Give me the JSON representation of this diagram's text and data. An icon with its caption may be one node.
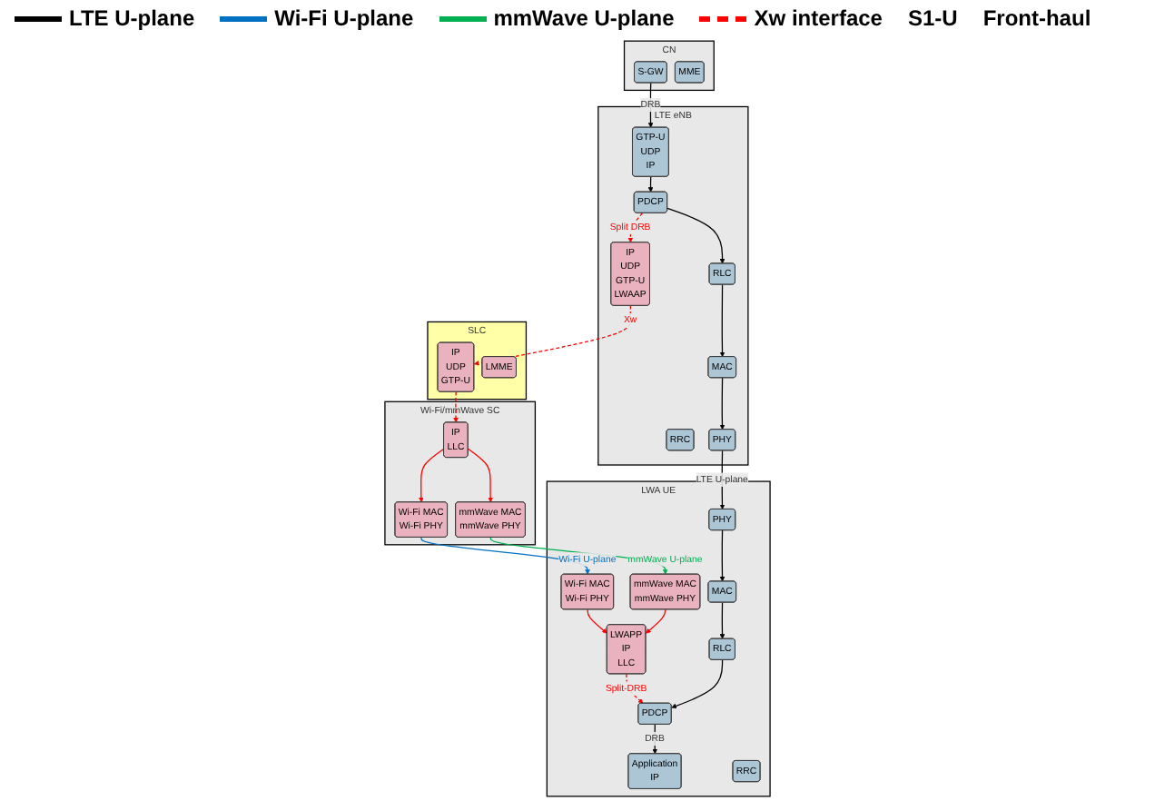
{
  "diagram": {
    "nodes": [
      {
        "text": [
          "CN"
        ]
      },
      {
        "text": [
          "S-GW"
        ],
        "in": 0
      },
      {
        "text": [
          "MME"
        ],
        "in": 0
      },
      {
        "text": [
          "LTE eNB"
        ]
      },
      {
        "text": [
          "GTP-U",
          "UDP",
          "IP"
        ],
        "in": 3
      },
      {
        "text": [
          "RRC"
        ],
        "in": 3
      },
      {
        "text": [
          "PDCP"
        ],
        "in": 3
      },
      {
        "text": [
          "RLC"
        ],
        "in": 3
      },
      {
        "text": [
          "MAC"
        ],
        "in": 3
      },
      {
        "text": [
          "PHY"
        ],
        "in": 3
      },
      {
        "text": [
          "IP",
          "UDP",
          "GTP-U",
          "LWAAP"
        ],
        "in": 3
      },
      {
        "text": [
          "SLC"
        ]
      },
      {
        "text": [
          "IP",
          "UDP",
          "GTP-U"
        ],
        "in": 11
      },
      {
        "text": [
          "LMME"
        ],
        "in": 11
      },
      {
        "text": [
          "Wi-Fi/mmWave  SC"
        ]
      },
      {
        "text": [
          "IP",
          "LLC"
        ],
        "in": 14
      },
      {
        "text": [
          "mmWave MAC",
          "mmWave PHY"
        ],
        "in": 14
      },
      {
        "text": [
          "Wi-Fi MAC",
          "Wi-Fi PHY"
        ],
        "in": 14
      },
      {
        "text": [
          "LWA UE"
        ]
      },
      {
        "text": [
          "Application",
          "IP"
        ],
        "in": 18
      },
      {
        "text": [
          "RRC"
        ],
        "in": 18
      },
      {
        "text": [
          "PDCP"
        ],
        "in": 18
      },
      {
        "text": [
          "RLC"
        ],
        "in": 18
      },
      {
        "text": [
          "MAC"
        ],
        "in": 18
      },
      {
        "text": [
          "PHY"
        ],
        "in": 18
      },
      {
        "text": [
          "LWAPP",
          "IP",
          "LLC"
        ],
        "in": 18
      },
      {
        "text": [
          "Wi-Fi MAC",
          "Wi-Fi PHY"
        ],
        "in": 18
      },
      {
        "text": [
          "mmWave MAC",
          "mmWave PHY"
        ],
        "in": 18
      }
    ],
    "edges": [
      {
        "from": 1,
        "to": 4,
        "arrow": "to",
        "label": "DRB"
      },
      {
        "from": 4,
        "to": 6,
        "arrow": "to"
      },
      {
        "from": 6,
        "to": 10,
        "arrow": "to",
        "label": "Split DRB",
        "style": "dashed",
        "color": "#ff0000"
      },
      {
        "from": 6,
        "to": 7,
        "arrow": "to"
      },
      {
        "from": 7,
        "to": 8,
        "arrow": "to"
      },
      {
        "from": 8,
        "to": 9,
        "arrow": "to"
      },
      {
        "from": 10,
        "to": 12,
        "arrow": "to",
        "label": "Xw",
        "style": "dashed",
        "color": "#ff0000"
      },
      {
        "from": 12,
        "to": 15,
        "arrow": "to",
        "style": "dashed",
        "color": "#ff0000"
      },
      {
        "from": 15,
        "to": 16,
        "arrow": "to",
        "color": "#ff0000"
      },
      {
        "from": 15,
        "to": 17,
        "arrow": "to",
        "color": "#ff0000"
      },
      {
        "from": 9,
        "to": 24,
        "arrow": "to",
        "label": "LTE U-plane"
      },
      {
        "from": 16,
        "to": 27,
        "arrow": "to",
        "label": "mmWave U-plane",
        "color": "#00b050"
      },
      {
        "from": 17,
        "to": 26,
        "arrow": "to",
        "label": "Wi-Fi U-plane",
        "color": "#0070c0"
      },
      {
        "from": 26,
        "to": 25,
        "arrow": "to",
        "color": "#ff0000"
      },
      {
        "from": 27,
        "to": 25,
        "arrow": "to",
        "color": "#ff0000"
      },
      {
        "from": 25,
        "to": 21,
        "arrow": "to",
        "label": "Split-DRB",
        "style": "dashed",
        "color": "#ff0000"
      },
      {
        "from": 24,
        "to": 23,
        "arrow": "to"
      },
      {
        "from": 23,
        "to": 22,
        "arrow": "to"
      },
      {
        "from": 22,
        "to": 21,
        "arrow": "to"
      },
      {
        "from": 21,
        "to": 19,
        "arrow": "to",
        "label": "DRB"
      }
    ],
    "labels": [
      "S1-U",
      "Front-haul"
    ],
    "legend": [
      {
        "text": "LTE U-plane"
      },
      {
        "text": "Wi-Fi U-plane"
      },
      {
        "text": "mmWave U-plane"
      },
      {
        "text": "Xw interface"
      }
    ]
  }
}
